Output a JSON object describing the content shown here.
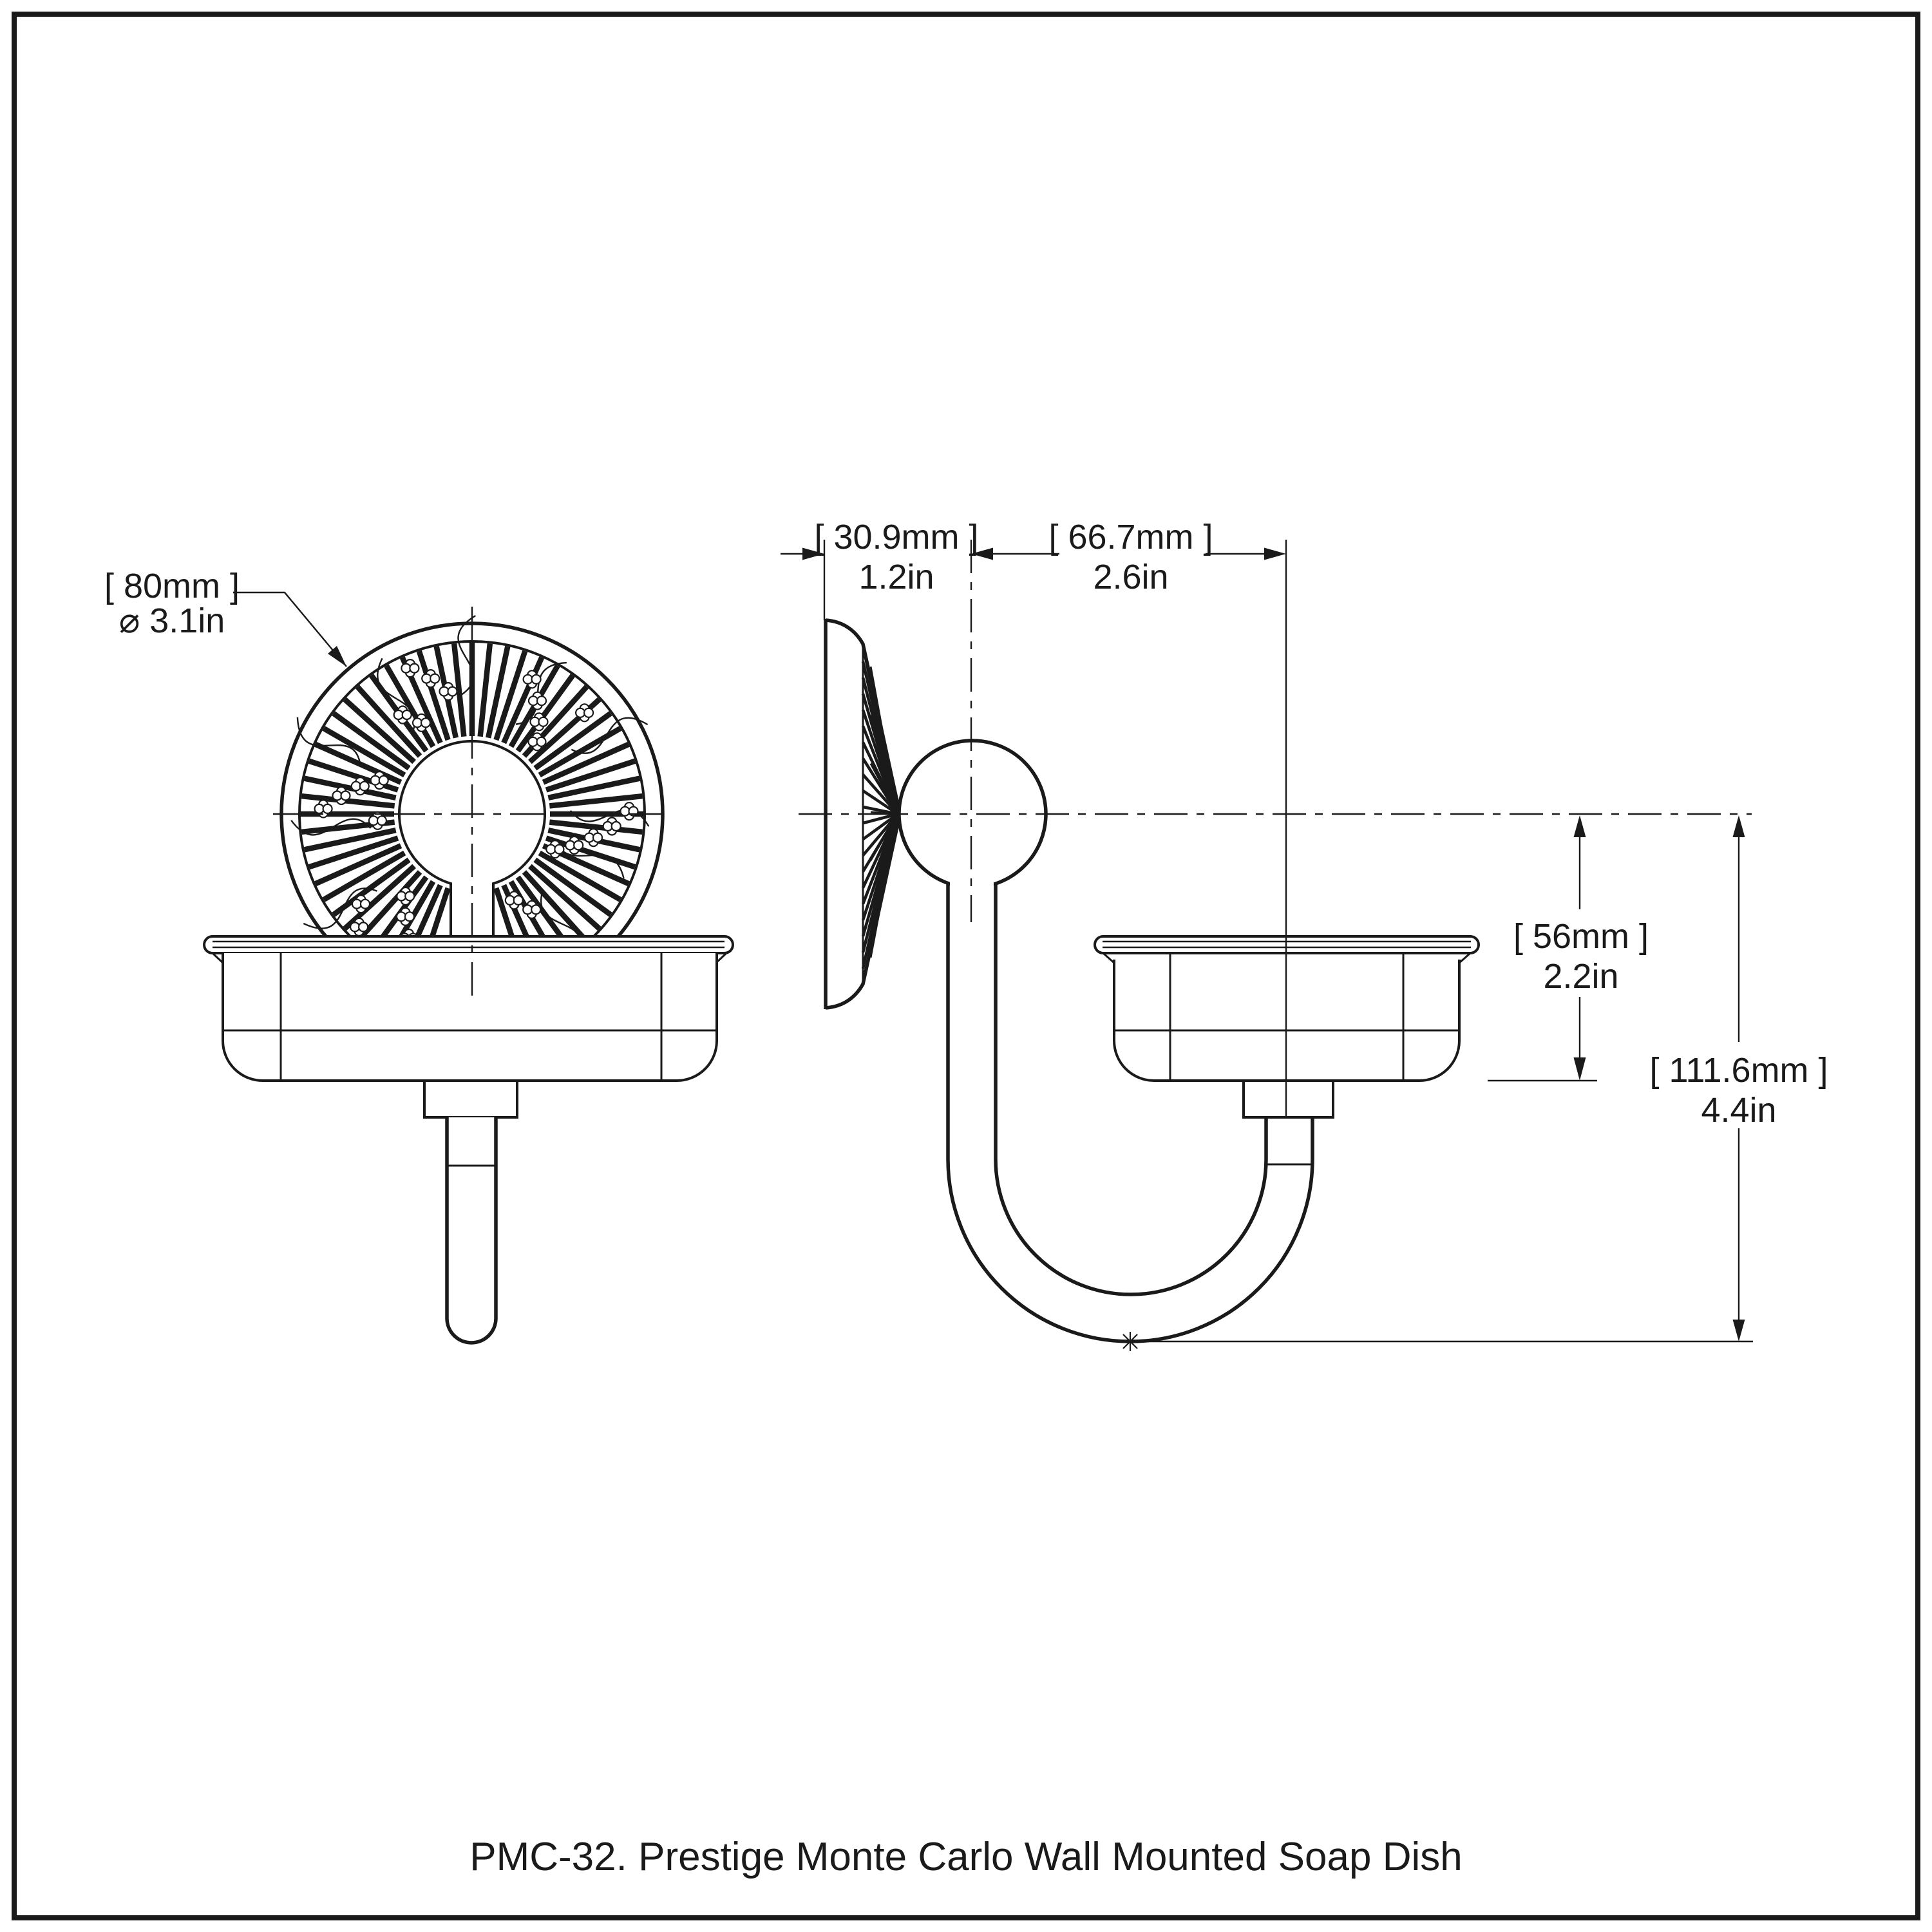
{
  "caption": "PMC-32. Prestige Monte Carlo Wall Mounted Soap Dish",
  "colors": {
    "line": "#1a1a1a",
    "background": "#ffffff"
  },
  "dimensions": {
    "backplate_diameter": {
      "metric": "[ 80mm ]",
      "imperial": "⌀ 3.1in"
    },
    "wall_to_post_center": {
      "metric": "[ 30.9mm ]",
      "imperial": "1.2in"
    },
    "post_to_dish_center": {
      "metric": "[ 66.7mm ]",
      "imperial": "2.6in"
    },
    "center_to_dish_bottom": {
      "metric": "[ 56mm ]",
      "imperial": "2.2in"
    },
    "center_to_arm_bottom": {
      "metric": "[ 111.6mm ]",
      "imperial": "4.4in"
    }
  }
}
